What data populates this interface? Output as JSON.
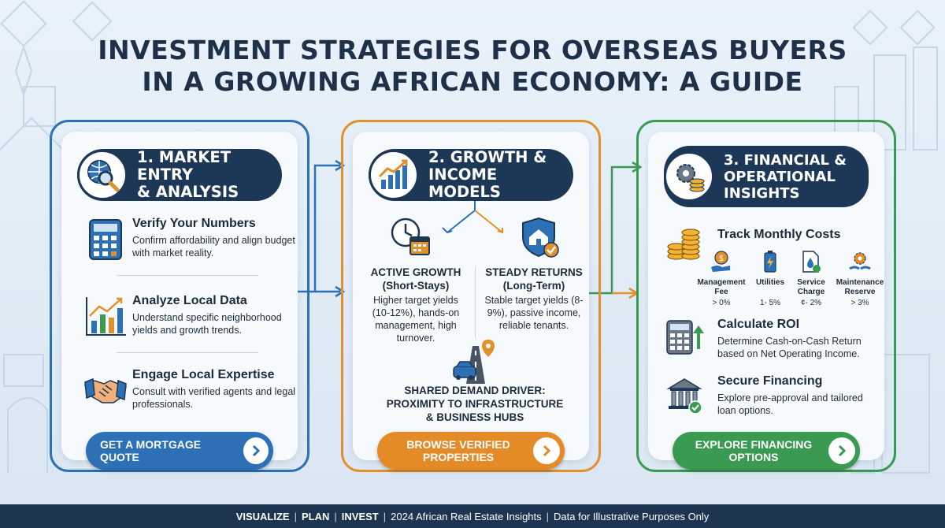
{
  "title_line1": "INVESTMENT STRATEGIES FOR OVERSEAS BUYERS",
  "title_line2": "IN A GROWING AFRICAN ECONOMY: A GUIDE",
  "colors": {
    "blue": "#2c71b6",
    "orange": "#e2902c",
    "green": "#3a9a54",
    "navy": "#1d3756"
  },
  "card1": {
    "header": "1. MARKET ENTRY\n& ANALYSIS",
    "header_icon": "globe-magnifier-icon",
    "items": [
      {
        "title": "Verify Your Numbers",
        "desc": "Confirm affordability and align budget with market reality.",
        "icon": "calculator-icon"
      },
      {
        "title": "Analyze Local Data",
        "desc": "Understand specific neighborhood yields and growth trends.",
        "icon": "bar-chart-icon"
      },
      {
        "title": "Engage Local Expertise",
        "desc": "Consult with verified agents and legal professionals.",
        "icon": "handshake-icon"
      }
    ],
    "cta": "GET A MORTGAGE QUOTE"
  },
  "card2": {
    "header": "2. GROWTH &\nINCOME MODELS",
    "header_icon": "growth-chart-icon",
    "left_title": "ACTIVE GROWTH\n(Short-Stays)",
    "left_desc": "Higher target yields (10-12%), hands-on management, high turnover.",
    "left_icon": "clock-calendar-icon",
    "right_title": "STEADY RETURNS\n(Long-Term)",
    "right_desc": "Stable target yields (8-9%), passive income, reliable tenants.",
    "right_icon": "house-shield-icon",
    "shared": "SHARED DEMAND DRIVER:\nPROXIMITY TO INFRASTRUCTURE\n& BUSINESS HUBS",
    "shared_icon": "road-car-icon",
    "cta": "BROWSE VERIFIED\nPROPERTIES"
  },
  "card3": {
    "header": "3. FINANCIAL &\nOPERATIONAL\nINSIGHTS",
    "header_icon": "gears-coins-icon",
    "track_title": "Track Monthly Costs",
    "costs": [
      {
        "label": "Management\nFee",
        "value": "> 0%",
        "icon": "hand-coin-icon"
      },
      {
        "label": "Utilities",
        "value": "1- 5%",
        "icon": "battery-icon"
      },
      {
        "label": "Service\nCharge",
        "value": "¢- 2%",
        "icon": "document-drop-icon"
      },
      {
        "label": "Maintenance\nReserve",
        "value": "> 3%",
        "icon": "gear-hands-icon"
      }
    ],
    "roi_title": "Calculate ROI",
    "roi_desc": "Determine Cash-on-Cash Return based on Net Operating Income.",
    "fin_title": "Secure Financing",
    "fin_desc": "Explore pre-approval and tailored loan options.",
    "cta": "EXPLORE FINANCING\nOPTIONS"
  },
  "footer": {
    "a": "VISUALIZE",
    "b": "PLAN",
    "c": "INVEST",
    "d": "2024 African Real Estate Insights",
    "e": "Data for Illustrative Purposes Only"
  }
}
